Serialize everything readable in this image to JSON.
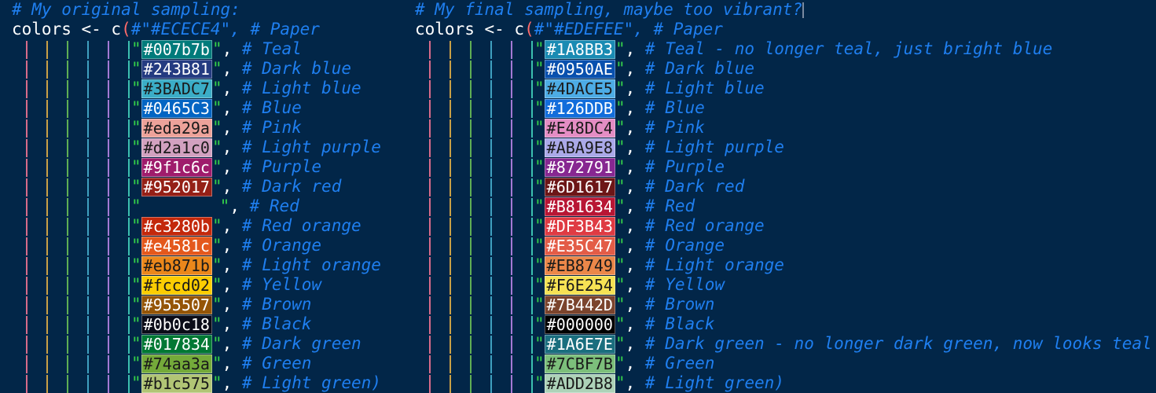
{
  "left": {
    "comment": "# My original sampling:",
    "assign": "colors <- c(#\"#ECECE4\", # Paper",
    "assign_parts": {
      "a": "colors <- c",
      "p": "(",
      "b": "#\"#ECECE4\", # Paper"
    },
    "rows": [
      {
        "hex": "#007b7b",
        "label": "# Teal",
        "color": "#007b7b",
        "text": "light"
      },
      {
        "hex": "#243B81",
        "label": "# Dark blue",
        "color": "#243b81",
        "text": "light"
      },
      {
        "hex": "#3BADC7",
        "label": "# Light blue",
        "color": "#3badc7",
        "text": "dark"
      },
      {
        "hex": "#0465C3",
        "label": "# Blue",
        "color": "#0465c3",
        "text": "light"
      },
      {
        "hex": "#eda29a",
        "label": "# Pink",
        "color": "#eda29a",
        "text": "dark"
      },
      {
        "hex": "#d2a1c0",
        "label": "# Light purple",
        "color": "#d2a1c0",
        "text": "dark"
      },
      {
        "hex": "#9f1c6c",
        "label": "# Purple",
        "color": "#9f1c6c",
        "text": "light"
      },
      {
        "hex": "#952017",
        "label": "# Dark red",
        "color": "#952017",
        "text": "light"
      },
      {
        "hex": "",
        "label": "# Red",
        "color": "",
        "text": "light"
      },
      {
        "hex": "#c3280b",
        "label": "# Red orange",
        "color": "#c3280b",
        "text": "light"
      },
      {
        "hex": "#e4581c",
        "label": "# Orange",
        "color": "#e4581c",
        "text": "light"
      },
      {
        "hex": "#eb871b",
        "label": "# Light orange",
        "color": "#eb871b",
        "text": "dark"
      },
      {
        "hex": "#fccd02",
        "label": "# Yellow",
        "color": "#fccd02",
        "text": "dark"
      },
      {
        "hex": "#955507",
        "label": "# Brown",
        "color": "#955507",
        "text": "light"
      },
      {
        "hex": "#0b0c18",
        "label": "# Black",
        "color": "#0b0c18",
        "text": "light"
      },
      {
        "hex": "#017834",
        "label": "# Dark green",
        "color": "#017834",
        "text": "light"
      },
      {
        "hex": "#74aa3a",
        "label": "# Green",
        "color": "#74aa3a",
        "text": "dark"
      },
      {
        "hex": "#b1c575",
        "label": "# Light green)",
        "color": "#b1c575",
        "text": "dark"
      }
    ]
  },
  "right": {
    "comment": "# My final sampling, maybe too vibrant?",
    "assign_parts": {
      "a": "colors <- c",
      "p": "(",
      "b": "#\"#EDEFEE\", # Paper"
    },
    "rows": [
      {
        "hex": "#1A8BB3",
        "label": "# Teal - no longer teal, just bright blue",
        "color": "#1a8bb3",
        "text": "light"
      },
      {
        "hex": "#0950AE",
        "label": "# Dark blue",
        "color": "#0950ae",
        "text": "light"
      },
      {
        "hex": "#4DACE5",
        "label": "# Light blue",
        "color": "#4dace5",
        "text": "dark"
      },
      {
        "hex": "#126DDB",
        "label": "# Blue",
        "color": "#126ddb",
        "text": "light"
      },
      {
        "hex": "#E48DC4",
        "label": "# Pink",
        "color": "#e48dc4",
        "text": "dark"
      },
      {
        "hex": "#ABA9E8",
        "label": "# Light purple",
        "color": "#aba9e8",
        "text": "dark"
      },
      {
        "hex": "#872791",
        "label": "# Purple",
        "color": "#872791",
        "text": "light"
      },
      {
        "hex": "#6D1617",
        "label": "# Dark red",
        "color": "#6d1617",
        "text": "light"
      },
      {
        "hex": "#B81634",
        "label": "# Red",
        "color": "#b81634",
        "text": "light"
      },
      {
        "hex": "#DF3B43",
        "label": "# Red orange",
        "color": "#df3b43",
        "text": "light"
      },
      {
        "hex": "#E35C47",
        "label": "# Orange",
        "color": "#e35c47",
        "text": "light"
      },
      {
        "hex": "#EB8749",
        "label": "# Light orange",
        "color": "#eb8749",
        "text": "dark"
      },
      {
        "hex": "#F6E254",
        "label": "# Yellow",
        "color": "#f6e254",
        "text": "dark"
      },
      {
        "hex": "#7B442D",
        "label": "# Brown",
        "color": "#7b442d",
        "text": "light"
      },
      {
        "hex": "#000000",
        "label": "# Black",
        "color": "#000000",
        "text": "light"
      },
      {
        "hex": "#1A6E7E",
        "label": "# Dark green - no longer dark green, now looks teal",
        "color": "#1a6e7e",
        "text": "light"
      },
      {
        "hex": "#7CBF7B",
        "label": "# Green",
        "color": "#7cbf7b",
        "text": "dark"
      },
      {
        "hex": "#ADD2B8",
        "label": "# Light green)",
        "color": "#add2b8",
        "text": "dark"
      }
    ]
  },
  "colors": {
    "background": "#022648",
    "comment": "#1f7ff0",
    "paren": "#ff6b6b",
    "quote": "#35d14a",
    "guides": [
      "#d86b8a",
      "#c9a046",
      "#5fae54",
      "#3fa0c0",
      "#a479d4",
      "#3cc0b0"
    ]
  }
}
